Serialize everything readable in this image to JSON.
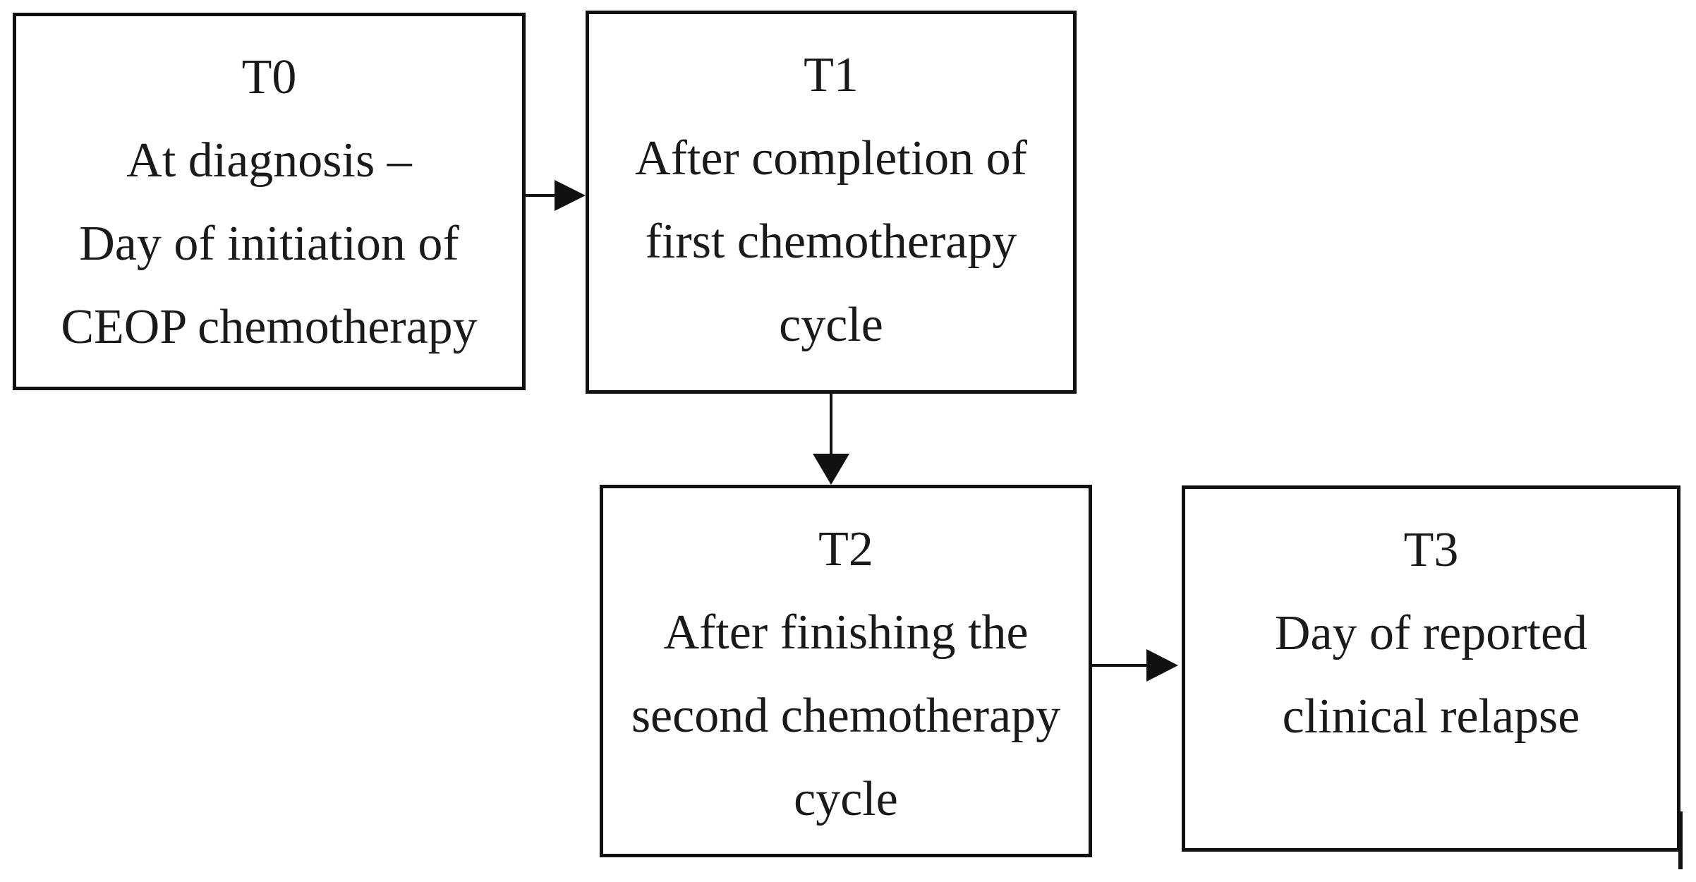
{
  "figure": {
    "type": "flowchart",
    "background_color": "#ffffff",
    "box_border_color": "#111111",
    "text_color": "#1a1a1a",
    "boxes": [
      {
        "id": "T0",
        "lines": [
          "T0",
          "At diagnosis –",
          "Day of initiation of",
          "CEOP chemotherapy"
        ]
      },
      {
        "id": "T1",
        "lines": [
          "T1",
          "After completion of",
          "first chemotherapy",
          "cycle"
        ]
      },
      {
        "id": "T2",
        "lines": [
          "T2",
          "After finishing the",
          "second chemotherapy",
          "cycle"
        ]
      },
      {
        "id": "T3",
        "lines": [
          "T3",
          "Day of reported",
          "clinical relapse"
        ]
      }
    ],
    "arrows": [
      {
        "from": "T0",
        "to": "T1",
        "direction": "right"
      },
      {
        "from": "T1",
        "to": "T2",
        "direction": "down"
      },
      {
        "from": "T2",
        "to": "T3",
        "direction": "right"
      }
    ]
  }
}
